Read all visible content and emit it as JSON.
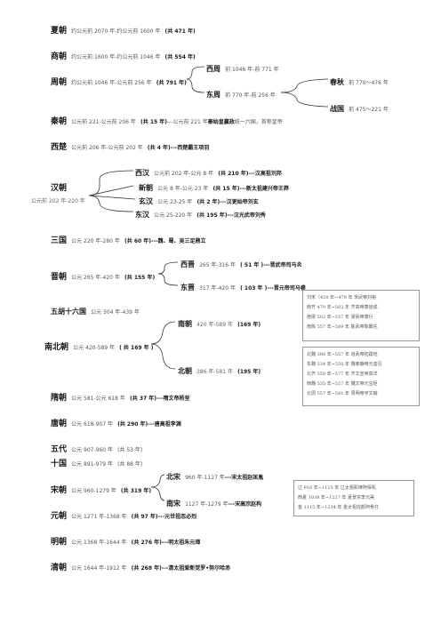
{
  "xia": {
    "name": "夏朝",
    "date": "约公元前 2070 年-约公元前 1600 年",
    "dur": "(共 471 年)"
  },
  "shang": {
    "name": "商朝",
    "date": "约公元前 1600 年-约公元前 1046 年",
    "dur": "(共 554 年)"
  },
  "zhou": {
    "name": "周朝",
    "date": "约公元前 1046 年-公元前 256 年",
    "dur": "(共 791 年)",
    "west": {
      "name": "西周",
      "date": "前 1046 年-前 771 年"
    },
    "east": {
      "name": "东周",
      "date": "前 770 年-前 256 年"
    },
    "spring": {
      "name": "春秋",
      "date": "前 770～476 年"
    },
    "warring": {
      "name": "战国",
      "date": "前 475～221 年"
    }
  },
  "qin": {
    "name": "秦朝",
    "date": "公元前 221-公元前 206 年",
    "dur": "(共 15 年)",
    "extra": "---公元前 221 年",
    "bold": "秦始皇嬴政",
    "tail": "统一六国，首称皇帝"
  },
  "chu": {
    "name": "西楚",
    "date": "公元前 206 年-公元前 202 年",
    "dur": "(共 4 年)",
    "bold": "---西楚霸王项羽"
  },
  "han": {
    "name": "汉朝",
    "date": "公元前 202 年-220 年",
    "west": {
      "name": "西汉",
      "date": "公元前 202 年-公元 8 年",
      "dur": "(共 210 年)",
      "bold": "---汉高祖刘邦"
    },
    "xin": {
      "name": "新朝",
      "date": "公元 8 年-公元 23 年",
      "dur": "(共 15 年)",
      "bold": "---新太祖建兴帝王莽"
    },
    "xuan": {
      "name": "玄汉",
      "date": "公元 23-25 年",
      "dur": "(共 2 年)",
      "bold": "---汉更始帝刘玄"
    },
    "east": {
      "name": "东汉",
      "date": "公元 25-220 年",
      "dur": "(共 195 年)",
      "bold": "---汉光武帝刘秀"
    }
  },
  "three": {
    "name": "三国",
    "date": "公元 220 年-280 年",
    "dur": "(共 60 年)",
    "bold": "---魏、蜀、吴三足鼎立"
  },
  "jin": {
    "name": "晋朝",
    "date": "公元 265 年-420 年",
    "dur": "(共 155 年)",
    "west": {
      "name": "西晋",
      "date": "265 年-316 年",
      "dur": "( 51 年 )",
      "bold": "---晋武帝司马炎"
    },
    "east": {
      "name": "东晋",
      "date": "317 年-420 年",
      "dur": "( 103 年 )",
      "bold": "---晋元帝司马睿"
    }
  },
  "wuhu": {
    "name": "五胡十六国",
    "date": "公元 304 年-439 年"
  },
  "nanbei": {
    "name": "南北朝",
    "date": "公元 420-589 年",
    "dur": "( 共 169 年 )",
    "south": {
      "name": "南朝",
      "date": "420 年-589 年",
      "dur": "(169 年)"
    },
    "north": {
      "name": "北朝",
      "date": "386 年-581 年",
      "dur": "(195 年)"
    },
    "south_box": [
      "刘宋（420 年~479 年 宋武帝刘裕",
      "南齐 479 年~502 年 齐高帝萧道成",
      "南梁 502 年~557 年 梁武帝萧衍",
      "南陈 557 年~589 年 陈武帝陈霸先"
    ],
    "north_box": [
      "北魏 386 年~557 年 道武帝拓跋珪",
      "东魏 534 年~550 年 魏孝静帝元善见",
      "北齐 550 年~577 年 齐文宣帝高洋",
      "西魏 535 年~557 年 魏文帝元宝炬",
      "北周 557 年~581 年 周明帝宇文毓"
    ]
  },
  "sui": {
    "name": "隋朝",
    "date": "公元 581-公元 618 年",
    "dur": "(共 37 年)",
    "bold": "---隋文帝杨坚"
  },
  "tang": {
    "name": "唐朝",
    "date": "公元 618-907 年",
    "dur": "(共 290 年)",
    "bold": "---唐高祖李渊"
  },
  "wudai": {
    "name": "五代",
    "date": "公元 907-960 年",
    "dur": "(共 53 年)"
  },
  "shiguo": {
    "name": "十国",
    "date": "公元 891-979 年",
    "dur": "(共 88 年)"
  },
  "song": {
    "name": "宋朝",
    "date": "公元 960-1279 年",
    "dur": "(共 319 年)",
    "north": {
      "name": "北宋",
      "date": "960 年-1127 年",
      "bold": "---宋太祖赵匡胤"
    },
    "south": {
      "name": "南宋",
      "date": "1127 年-1279 年",
      "bold": "---宋高宗赵构"
    },
    "box": [
      "辽 916 年~1125 年 辽太祖耶律阿保机",
      "西夏 1038 年~1227 年 夏景宗李元昊",
      "金 1115 年~1234 年 金太祖完颜阿骨打"
    ]
  },
  "yuan": {
    "name": "元朝",
    "date": "公元 1271 年-1368 年",
    "dur": "(共 97 年)",
    "bold": "---元世祖忽必烈"
  },
  "ming": {
    "name": "明朝",
    "date": "公元 1368 年-1644 年",
    "dur": "(共 276 年)",
    "bold": "---明太祖朱元璋"
  },
  "qing": {
    "name": "清朝",
    "date": "公元 1644 年-1912 年",
    "dur": "(共 268 年)",
    "bold": "---清太祖爱新觉罗•努尔哈赤"
  }
}
